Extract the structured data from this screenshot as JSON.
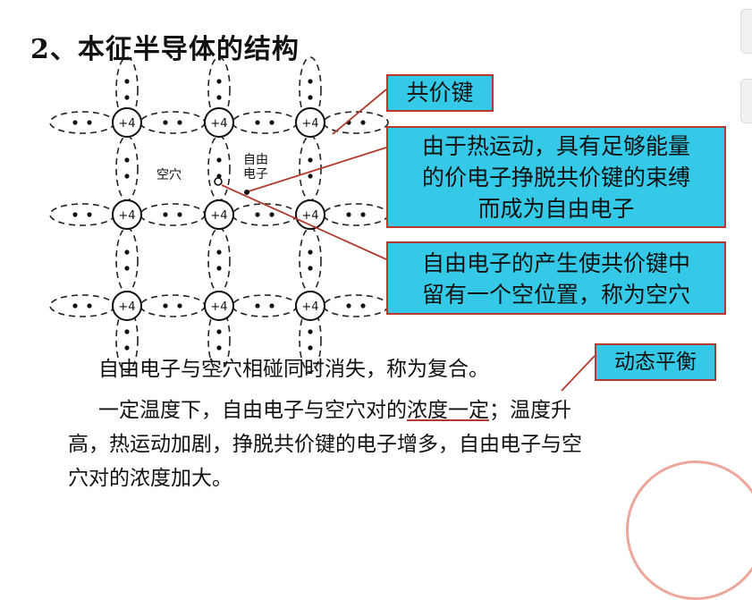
{
  "heading": "2、本征半导体的结构",
  "lattice": {
    "nucleus_label": "+4",
    "rows": 3,
    "cols": 3,
    "hole_label": "空穴",
    "free_electron_label": [
      "自由",
      "电子"
    ]
  },
  "callouts": {
    "covalent_bond": "共价键",
    "thermal_motion": [
      "由于热运动，具有足够能量",
      "的价电子挣脱共价键的束缚",
      "而成为自由电子"
    ],
    "hole_definition": [
      "自由电子的产生使共价键中",
      "留有一个空位置，称为空穴"
    ],
    "dynamic_equilibrium": "动态平衡"
  },
  "text": {
    "line1": "自由电子与空穴相碰同时消失，称为复合。",
    "line2_prefix": "一定温度下，自由电子与空穴对的",
    "line2_underlined": "浓度一定",
    "line2_suffix": "；温度升",
    "line3": "高，热运动加剧，挣脱共价键的电子增多，自由电子与空",
    "line4": "穴对的浓度加大。"
  },
  "colors": {
    "callout_fill": "#35c9e8",
    "callout_border": "#b23a2e",
    "pointer_line": "#b23a2e"
  }
}
